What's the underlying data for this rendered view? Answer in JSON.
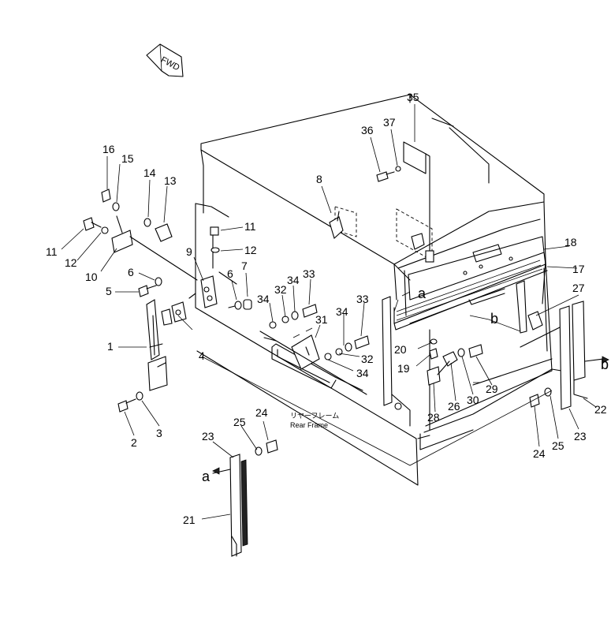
{
  "orientation_label": "FWD",
  "frame_label_jp": "リヤーフレーム",
  "frame_label_en": "Rear  Frame",
  "callouts": {
    "p1": "1",
    "p2": "2",
    "p3": "3",
    "p4": "4",
    "p5": "5",
    "p6a": "6",
    "p6b": "6",
    "p7": "7",
    "p8": "8",
    "p9": "9",
    "p10": "10",
    "p11a": "11",
    "p11b": "11",
    "p12a": "12",
    "p12b": "12",
    "p13": "13",
    "p14": "14",
    "p15": "15",
    "p16": "16",
    "p17": "17",
    "p18": "18",
    "p19": "19",
    "p20": "20",
    "p21": "21",
    "p22": "22",
    "p23a": "23",
    "p23b": "23",
    "p24a": "24",
    "p24b": "24",
    "p25a": "25",
    "p25b": "25",
    "p26": "26",
    "p27": "27",
    "p28": "28",
    "p29": "29",
    "p30": "30",
    "p31": "31",
    "p32a": "32",
    "p32b": "32",
    "p33a": "33",
    "p33b": "33",
    "p34a": "34",
    "p34b": "34",
    "p34c": "34",
    "p34d": "34",
    "p35": "35",
    "p36": "36",
    "p37": "37"
  },
  "ref_marks": {
    "a1": "a",
    "a2": "a",
    "b1": "b",
    "b2": "b"
  }
}
